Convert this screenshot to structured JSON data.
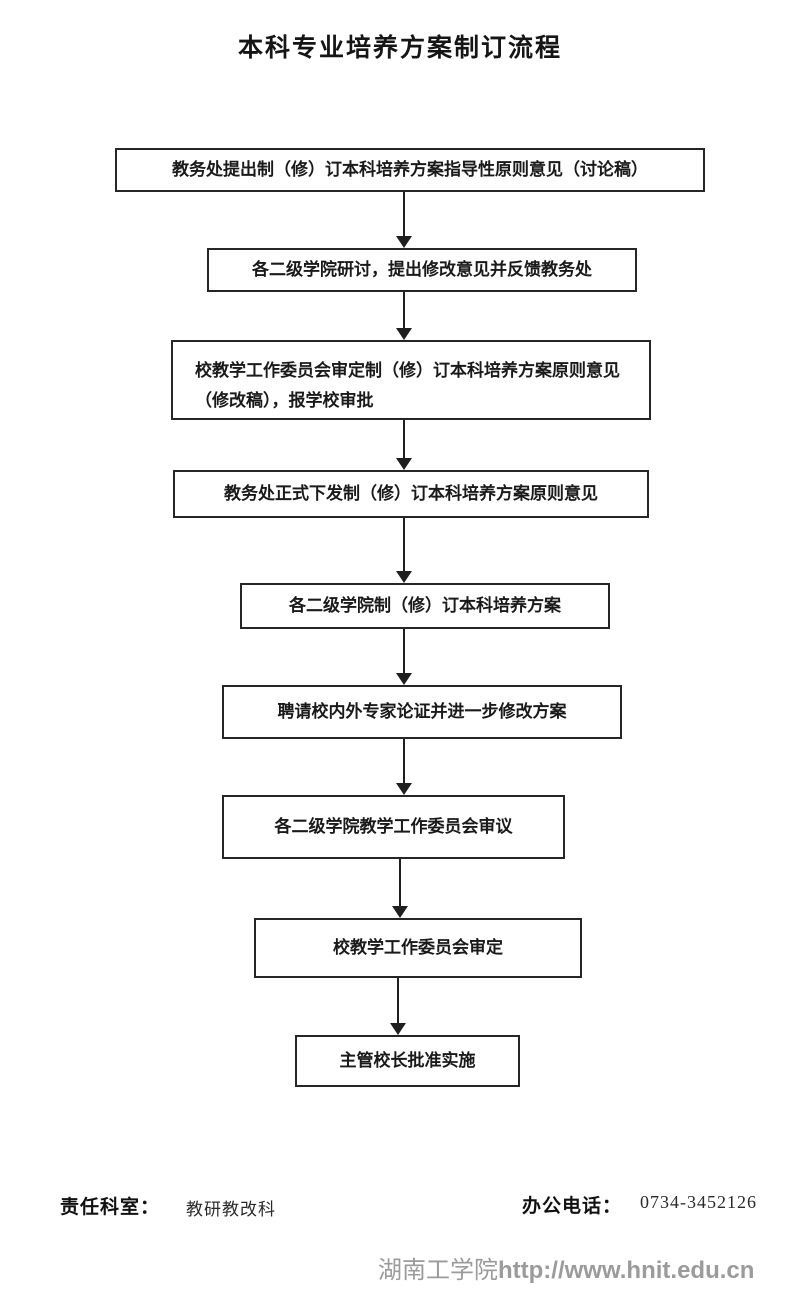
{
  "page": {
    "title": "本科专业培养方案制订流程"
  },
  "flowchart": {
    "steps": [
      {
        "label": "教务处提出制（修）订本科培养方案指导性原则意见（讨论稿）"
      },
      {
        "label": "各二级学院研讨，提出修改意见并反馈教务处"
      },
      {
        "label": "校教学工作委员会审定制（修）订本科培养方案原则意见（修改稿），报学校审批"
      },
      {
        "label": "教务处正式下发制（修）订本科培养方案原则意见"
      },
      {
        "label": "各二级学院制（修）订本科培养方案"
      },
      {
        "label": "聘请校内外专家论证并进一步修改方案"
      },
      {
        "label": "各二级学院教学工作委员会审议"
      },
      {
        "label": "校教学工作委员会审定"
      },
      {
        "label": "主管校长批准实施"
      }
    ]
  },
  "footer": {
    "department_label": "责任科室：",
    "department_value": "教研教改科",
    "phone_label": "办公电话：",
    "phone_value": "0734-3452126"
  },
  "watermark": {
    "site_name": "湖南工学院",
    "site_url": "http://www.hnit.edu.cn"
  },
  "colors": {
    "box_border": "#262626",
    "text": "#1a1a1a",
    "watermark_gray": "#9b9b9b"
  }
}
